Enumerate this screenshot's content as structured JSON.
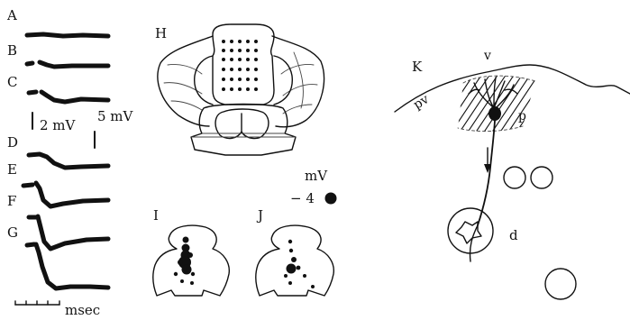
{
  "panels": {
    "A": "A",
    "B": "B",
    "C": "C",
    "D": "D",
    "E": "E",
    "F": "F",
    "G": "G",
    "H": "H",
    "I": "I",
    "J": "J",
    "K": "K"
  },
  "scale": {
    "mv2": "2 mV",
    "mv5": "5 mV",
    "time_unit": "msec",
    "legend_unit": "mV",
    "legend_value": "− 4"
  },
  "labels_k": {
    "pv": "pv",
    "v": "v",
    "p": "p",
    "d": "d"
  }
}
